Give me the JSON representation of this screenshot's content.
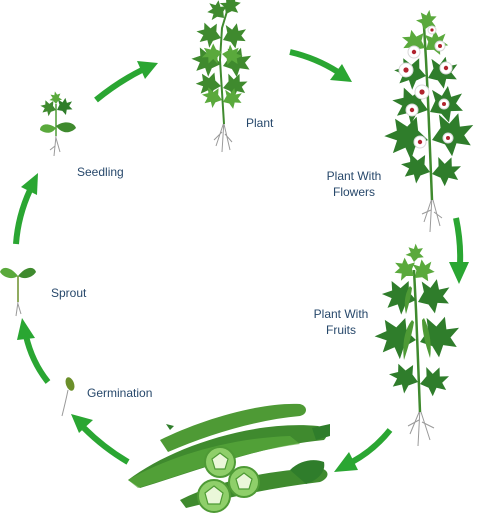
{
  "stages": [
    {
      "id": "plant",
      "label": "Plant"
    },
    {
      "id": "flowers",
      "label_line1": "Plant With",
      "label_line2": "Flowers"
    },
    {
      "id": "fruits",
      "label_line1": "Plant With",
      "label_line2": "Fruits"
    },
    {
      "id": "germination",
      "label": "Germination"
    },
    {
      "id": "sprout",
      "label": "Sprout"
    },
    {
      "id": "seedling",
      "label": "Seedling"
    }
  ],
  "colors": {
    "arrow": "#2aa632",
    "label": "#27486b",
    "leaf_dark": "#2f7d2b",
    "leaf_light": "#5aa93c",
    "okra": "#4e9a35",
    "okra_light": "#8fcf6a",
    "flower": "#ffffff",
    "flower_center": "#b0232e",
    "root": "#9a9a9a"
  }
}
